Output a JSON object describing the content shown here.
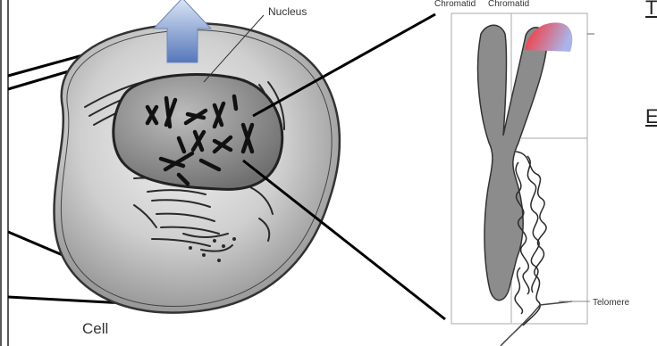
{
  "labels": {
    "nucleus": "Nucleus",
    "cell": "Cell",
    "chromatid_left": "Chromatid",
    "chromatid_right": "Chromatid",
    "telomere": "Telomere"
  },
  "side_text": {
    "line1": "T",
    "line2": "E"
  },
  "colors": {
    "arrow_top": "#dce6f5",
    "arrow_bottom": "#5577bb",
    "highlight_start": "#ff2a2a",
    "highlight_end": "#aab4e8",
    "cell_fill": "#b9b9b9",
    "nucleus_fill": "#8a8a8a",
    "chromosome_fill": "#8c8c8c"
  },
  "icons": {
    "up_arrow": "up-arrow-icon",
    "telomere_cap": "telomere-highlight-icon"
  }
}
